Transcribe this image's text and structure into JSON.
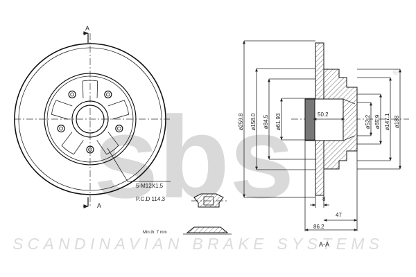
{
  "watermark": {
    "logo": "sbs",
    "registered": "®",
    "tagline": "SCANDINAVIAN BRAKE SYSTEMS"
  },
  "front_view": {
    "section_marker_top": "A",
    "section_marker_bottom": "A",
    "bolt_label": "5-M12X1,5",
    "pcd_label": "P.C.D 114.3",
    "min_thickness_label": "Min.th. 7 mm"
  },
  "section_view": {
    "title": "A-A",
    "dimensions": {
      "d_259_8": "ø259.8",
      "d_158_0": "ø158.0",
      "d_84_5": "ø84.5",
      "d_61_93": "ø61.93",
      "d_52_2": "ø52.2",
      "d_65_9": "ø65.9",
      "d_147_1": "ø147.1",
      "d_188": "ø188",
      "w_50_2": "50.2",
      "w_8": "8",
      "w_47": "47",
      "w_86_2": "86.2"
    }
  }
}
